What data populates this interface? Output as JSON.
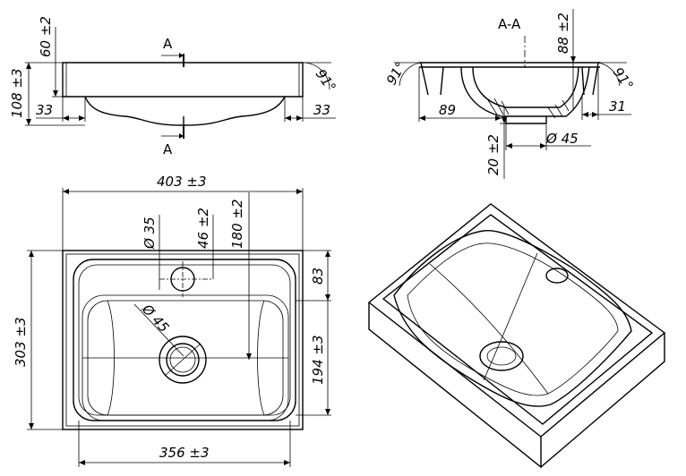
{
  "drawing": {
    "section_label": "A-A",
    "section_marker_top": "A",
    "section_marker_bottom": "A",
    "side_view": {
      "height_total": "108 ±3",
      "rim_depth": "60 ±2",
      "offset_left": "33",
      "offset_right": "33",
      "angle_right": "91°"
    },
    "section_view": {
      "angle_left": "91°",
      "angle_right": "91°",
      "depth": "88 ±2",
      "offset_left": "89",
      "offset_right": "31",
      "drain_height": "20 ±2",
      "drain_diameter": "Ø 45"
    },
    "top_view": {
      "width_total": "403 ±3",
      "height_total": "303 ±3",
      "bowl_width": "356 ±3",
      "tap_hole_diameter": "Ø 35",
      "tap_hole_offset": "46 ±2",
      "drain_offset": "180 ±2",
      "dim_83": "83",
      "dim_194": "194 ±3",
      "drain_diameter": "Ø 45"
    }
  }
}
